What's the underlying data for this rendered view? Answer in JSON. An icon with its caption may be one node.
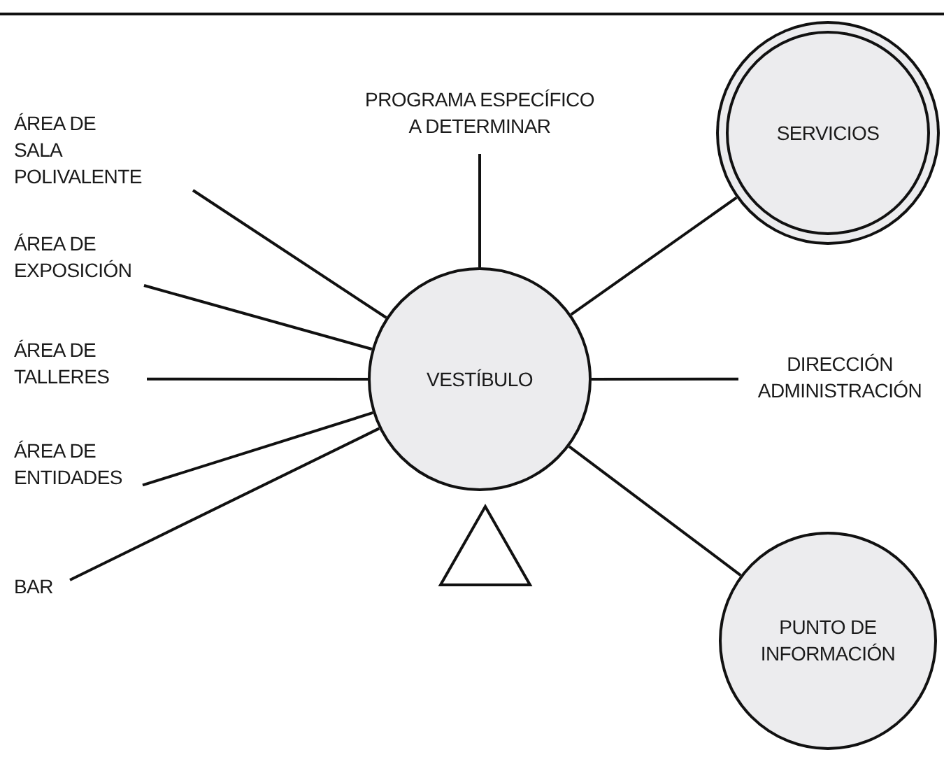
{
  "diagram": {
    "nodes": [
      {
        "text": [
          "VESTÍBULO"
        ]
      },
      {
        "text": [
          "PROGRAMA ESPECÍFICO A DETERMINAR"
        ]
      },
      {
        "text": [
          "ÁREA DE SALA POLIVALENTE"
        ]
      },
      {
        "text": [
          "SERVICIOS"
        ]
      },
      {
        "text": [
          "ÁREA DE EXPOSICIÓN"
        ]
      },
      {
        "text": [
          "ÁREA DE TALLERES"
        ]
      },
      {
        "text": [
          "DIRECCIÓN ADMINISTRACIÓN"
        ]
      },
      {
        "text": [
          "ÁREA DE ENTIDADES"
        ]
      },
      {
        "text": [
          "BAR"
        ]
      },
      {
        "text": [],
        "shape": "triangle"
      },
      {
        "text": [
          "PUNTO DE INFORMACIÓN"
        ]
      }
    ],
    "edges": [
      {
        "from": 0,
        "to": 1,
        "arrow": "none"
      },
      {
        "from": 0,
        "to": 2,
        "arrow": "none"
      },
      {
        "from": 0,
        "to": 3,
        "arrow": "none"
      },
      {
        "from": 0,
        "to": 4,
        "arrow": "none"
      },
      {
        "from": 0,
        "to": 5,
        "arrow": "none"
      },
      {
        "from": 0,
        "to": 6,
        "arrow": "none"
      },
      {
        "from": 0,
        "to": 7,
        "arrow": "none"
      },
      {
        "from": 0,
        "to": 8,
        "arrow": "none"
      },
      {
        "from": 0,
        "to": 10,
        "arrow": "none"
      }
    ]
  }
}
